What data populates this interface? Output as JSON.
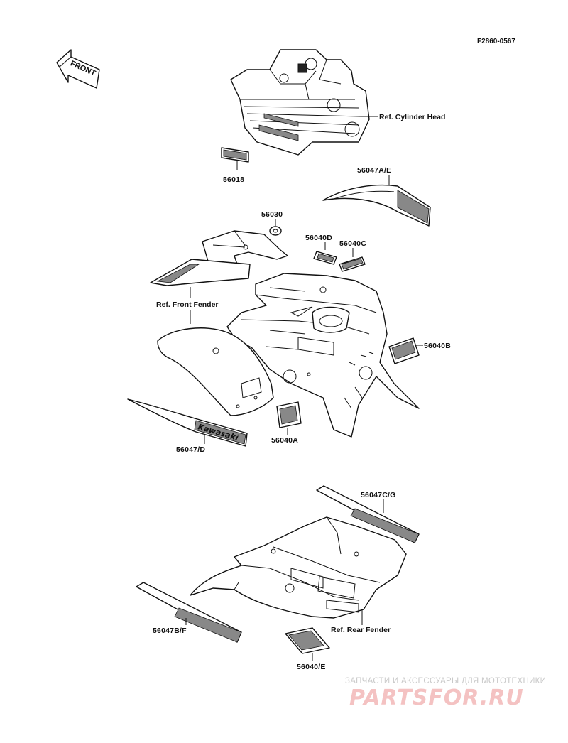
{
  "diagram_code": "F2860-0567",
  "front_arrow_label": "FRONT",
  "references": {
    "cylinder_head": "Ref. Cylinder Head",
    "front_fender": "Ref. Front Fender",
    "rear_fender": "Ref. Rear Fender"
  },
  "part_numbers": {
    "p56018": "56018",
    "p56047AE": "56047A/E",
    "p56030": "56030",
    "p56040D": "56040D",
    "p56040C": "56040C",
    "p56040B": "56040B",
    "p56047D": "56047/D",
    "p56040A": "56040A",
    "p56047CG": "56047C/G",
    "p56047BF": "56047B/F",
    "p56040E": "56040/E"
  },
  "decal_lettering": {
    "kawasaki": "Kawasaki"
  },
  "watermark": {
    "caption": "ЗАПЧАСТИ И АКСЕССУАРЫ ДЛЯ МОТОТЕХНИКИ",
    "logo": "PARTSFOR.RU",
    "logo_color": "#f4c2c2",
    "caption_color": "#c9c9c9"
  }
}
